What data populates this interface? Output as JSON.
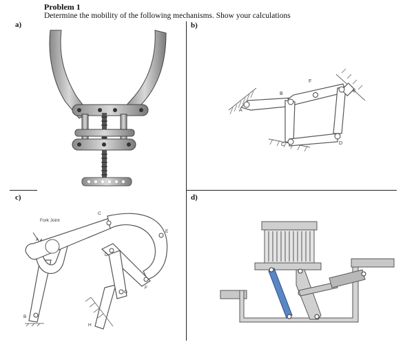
{
  "header": {
    "title": "Problem 1",
    "subtitle": "Determine the mobility of the following mechanisms. Show your calculations"
  },
  "parts": {
    "a": "a)",
    "b": "b)",
    "c": "c)",
    "d": "d)"
  },
  "figure_b_labels": {
    "A": "A",
    "B": "B",
    "C": "C",
    "D": "D",
    "E": "E",
    "F": "F"
  },
  "figure_c_labels": {
    "fork": "Fork Joint",
    "A": "A",
    "B": "B",
    "C": "C",
    "D": "D",
    "E": "E",
    "F": "F",
    "G": "G",
    "H": "H"
  }
}
